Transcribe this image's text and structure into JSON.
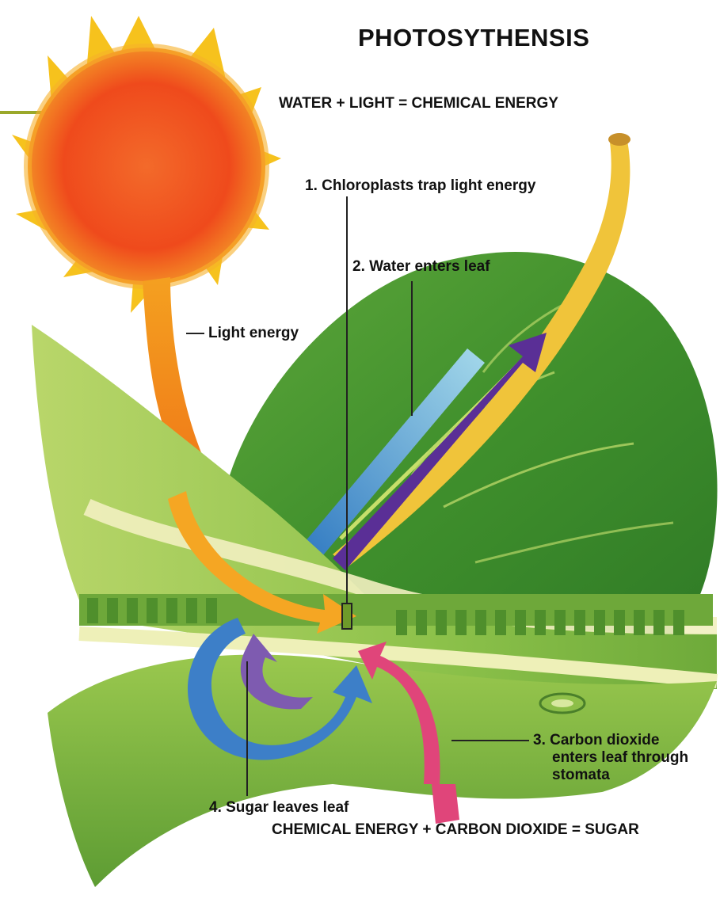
{
  "title": "PHOTOSYTHENSIS",
  "equation_top": "WATER + LIGHT = CHEMICAL ENERGY",
  "equation_bottom": "CHEMICAL ENERGY + CARBON DIOXIDE = SUGAR",
  "labels": {
    "light_energy": "Light energy",
    "step1": "1.  Chloroplasts trap light energy",
    "step2": "2.  Water enters leaf",
    "step3_line1": "3.  Carbon dioxide",
    "step3_line2": "enters leaf through",
    "step3_line3": "stomata",
    "step4": "4.  Sugar leaves leaf"
  },
  "colors": {
    "sun_core": "#f04a1a",
    "sun_rays": "#f5c21a",
    "leaf_dark": "#3f8a2a",
    "leaf_light": "#a9cf4a",
    "light_arrow": "#f29a1a",
    "water_arrow": "#6ab4e8",
    "sugar_arrow": "#5a2f96",
    "co2_arrow": "#e0457a",
    "blue_cycle": "#3d7fc8",
    "purple_cycle": "#7e5bb0",
    "accent_line": "#9aa82a"
  },
  "icons": [
    "sun-icon",
    "leaf-icon",
    "light-arrow-icon",
    "water-arrow-icon",
    "sugar-arrow-icon",
    "co2-arrow-icon",
    "cycle-arrow-icon"
  ]
}
